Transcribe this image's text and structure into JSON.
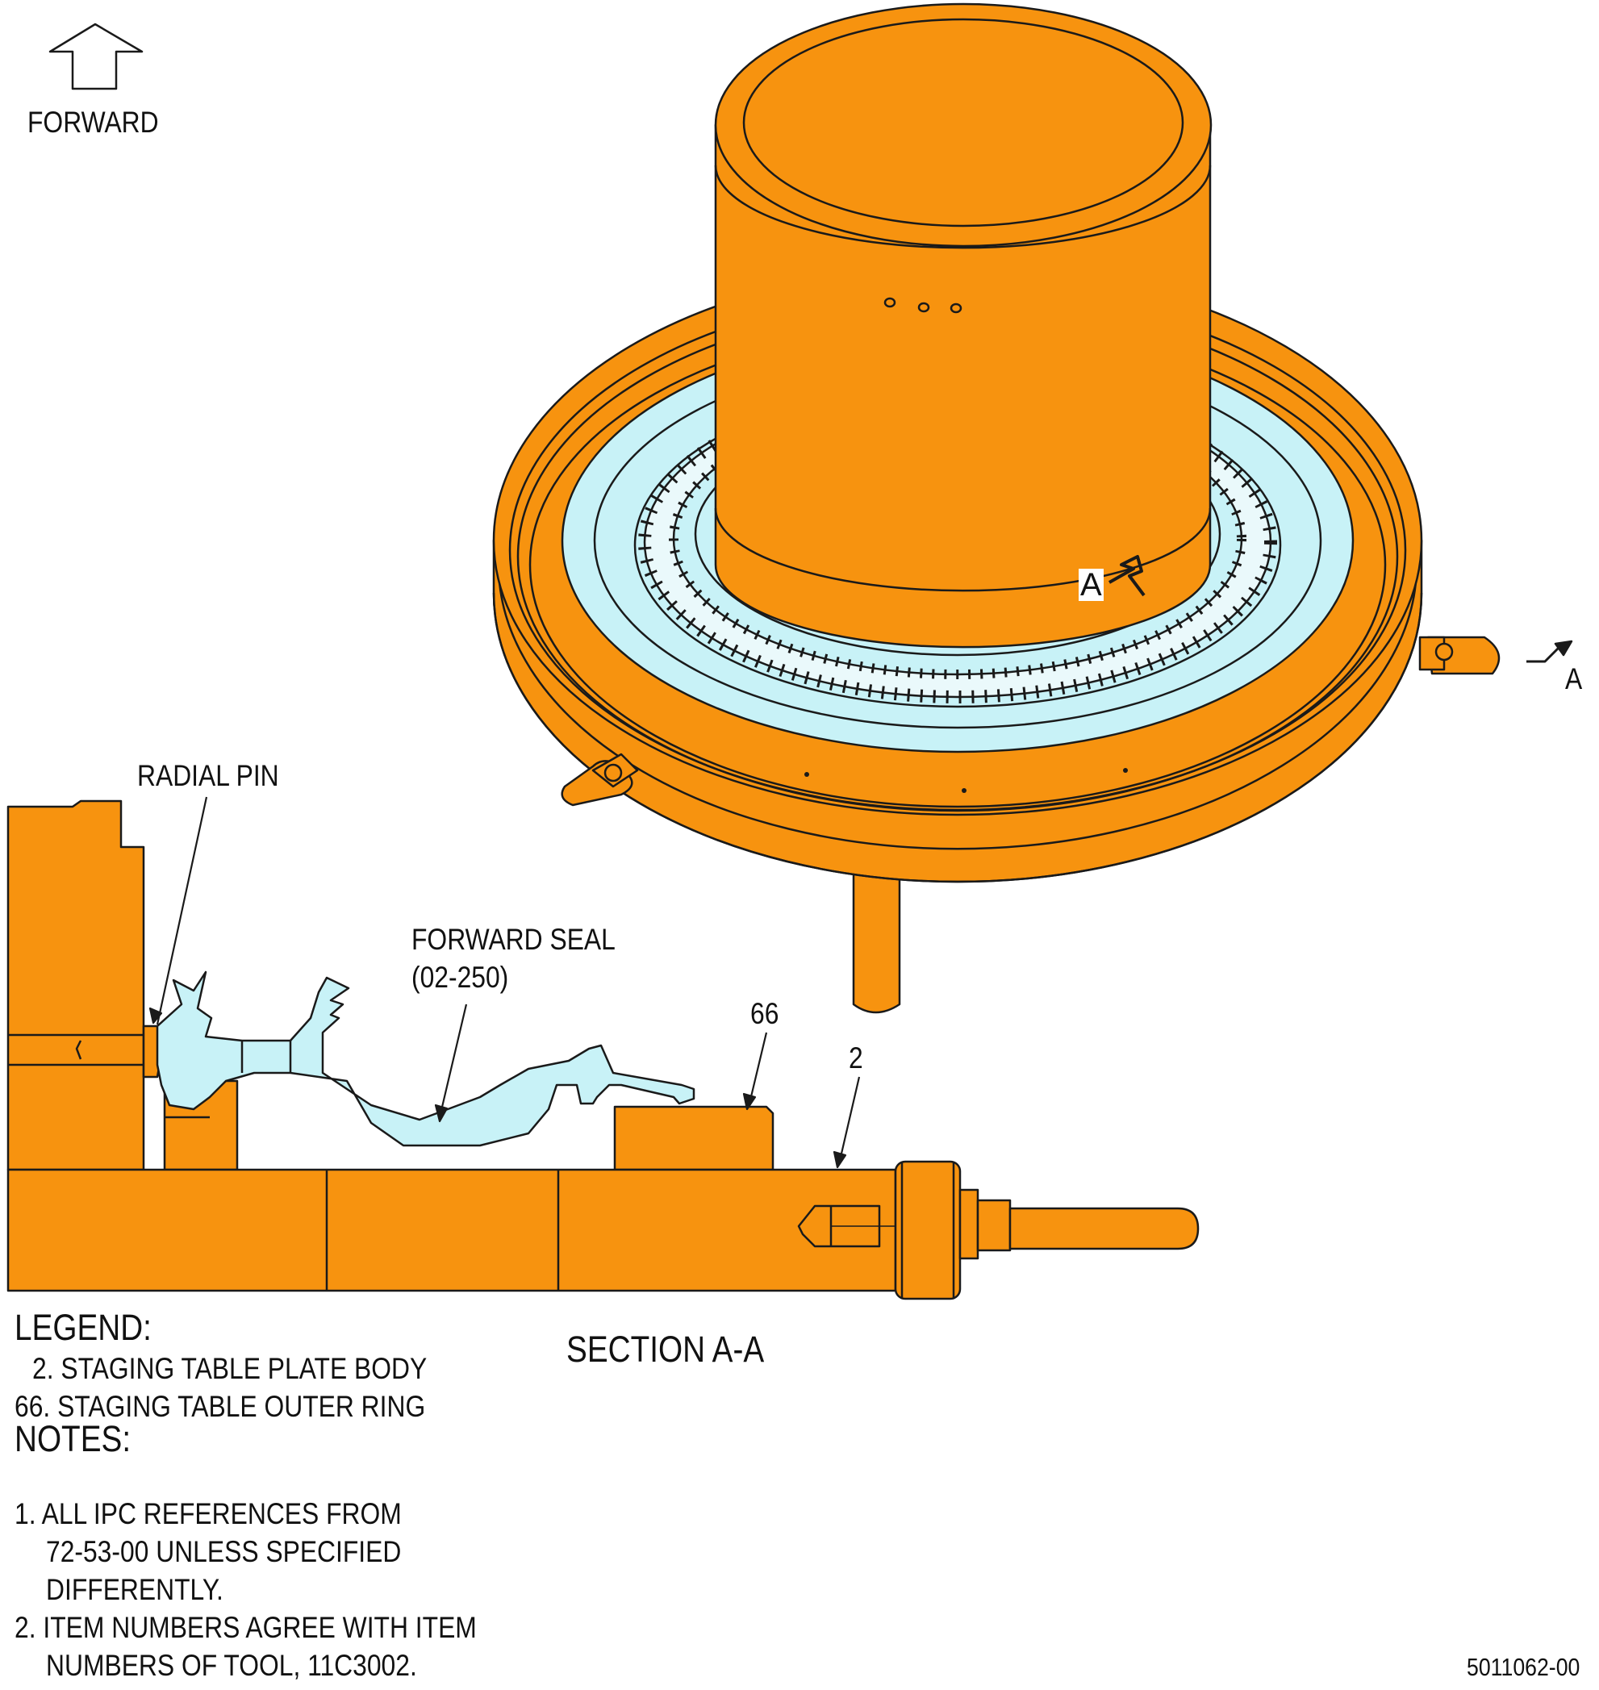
{
  "orientation": {
    "label": "FORWARD"
  },
  "callouts": {
    "radial_pin": "RADIAL PIN",
    "forward_seal_line1": "FORWARD SEAL",
    "forward_seal_line2": "(02-250)",
    "item_66": "66",
    "item_2": "2",
    "section_marker_1": "A",
    "section_marker_2": "A"
  },
  "section_title": "SECTION A-A",
  "legend": {
    "title": "LEGEND:",
    "items": [
      "2. STAGING TABLE PLATE BODY",
      "66. STAGING TABLE OUTER RING"
    ]
  },
  "notes": {
    "title": "NOTES:",
    "lines": [
      "1. ALL IPC REFERENCES FROM",
      "72-53-00 UNLESS SPECIFIED",
      "DIFFERENTLY.",
      "2. ITEM NUMBERS AGREE WITH ITEM",
      "NUMBERS OF TOOL, 11C3002."
    ]
  },
  "figure_id": "5011062-00",
  "colors": {
    "tool_orange": "#f7930f",
    "seal_cyan": "#c8f2f7",
    "outline": "#1a1a1a"
  }
}
